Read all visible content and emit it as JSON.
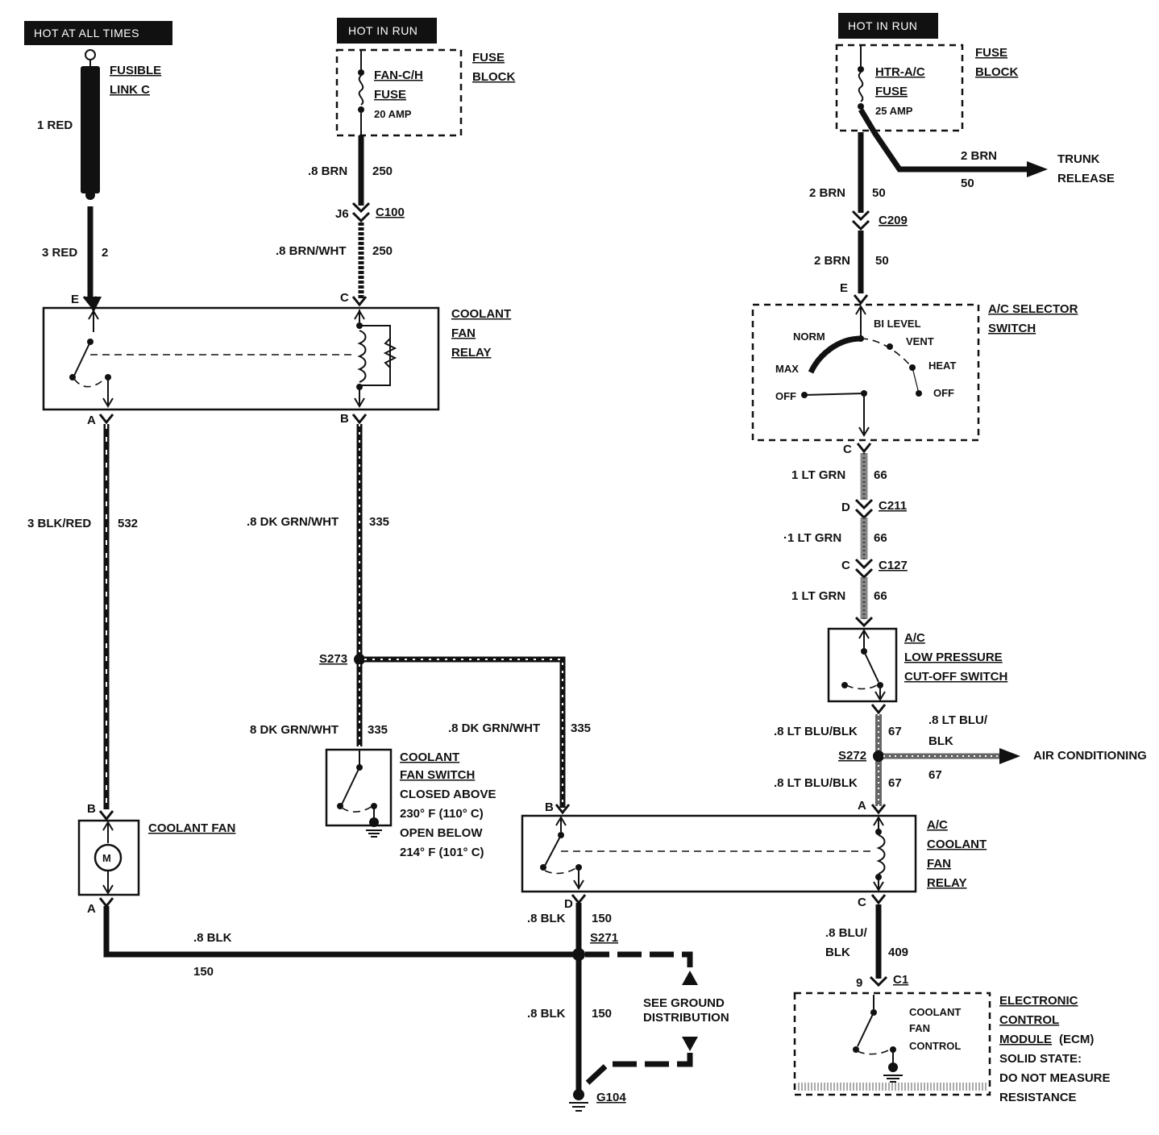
{
  "power": {
    "hot_all_times": "HOT AT ALL TIMES",
    "hot_in_run_1": "HOT IN RUN",
    "hot_in_run_2": "HOT IN RUN"
  },
  "fusible_link": {
    "label_1": "FUSIBLE",
    "label_2": "LINK C",
    "wire_top": "1 RED",
    "wire_bottom_color": "3 RED",
    "wire_bottom_circuit": "2"
  },
  "fuse_block_1": {
    "fuse_1": "FAN-C/H",
    "fuse_2": "FUSE",
    "rating": "20 AMP",
    "block_1": "FUSE",
    "block_2": "BLOCK",
    "wire_a_color": ".8 BRN",
    "wire_a_circuit": "250",
    "conn_pin": "J6",
    "conn": "C100",
    "wire_b_color": ".8 BRN/WHT",
    "wire_b_circuit": "250"
  },
  "fuse_block_2": {
    "fuse_1": "HTR-A/C",
    "fuse_2": "FUSE",
    "rating": "25 AMP",
    "block_1": "FUSE",
    "block_2": "BLOCK",
    "trunk_color": "2 BRN",
    "trunk_circuit": "50",
    "trunk_1": "TRUNK",
    "trunk_2": "RELEASE",
    "wire_a_color": "2 BRN",
    "wire_a_circuit": "50",
    "conn": "C209",
    "wire_b_color": "2 BRN",
    "wire_b_circuit": "50",
    "pin_e": "E"
  },
  "coolant_fan_relay": {
    "label_1": "COOLANT",
    "label_2": "FAN",
    "label_3": "RELAY",
    "pin_e": "E",
    "pin_c": "C",
    "pin_a": "A",
    "pin_b": "B"
  },
  "wires_left": {
    "blk_red_color": "3 BLK/RED",
    "blk_red_circuit": "532",
    "dkgrn_color": ".8 DK GRN/WHT",
    "dkgrn_circuit": "335",
    "splice": "S273",
    "dkgrn2_color": "8 DK GRN/WHT",
    "dkgrn2_circuit": "335",
    "dkgrn3_color": ".8 DK GRN/WHT",
    "dkgrn3_circuit": "335"
  },
  "coolant_fan": {
    "label": "COOLANT FAN",
    "motor": "M",
    "pin_b": "B",
    "pin_a": "A"
  },
  "coolant_fan_switch": {
    "label_1": "COOLANT",
    "label_2": "FAN SWITCH",
    "line_3": "CLOSED ABOVE",
    "line_4": "230° F (110° C)",
    "line_5": "OPEN BELOW",
    "line_6": "214° F (101° C)"
  },
  "ground": {
    "blk_color": ".8 BLK",
    "blk_circuit": "150",
    "splice": "S271",
    "blk2_color": ".8 BLK",
    "blk2_circuit": "150",
    "blk3_color": ".8 BLK",
    "blk3_circuit": "150",
    "see_1": "SEE GROUND",
    "see_2": "DISTRIBUTION",
    "g": "G104"
  },
  "ac_selector": {
    "label_1": "A/C SELECTOR",
    "label_2": "SWITCH",
    "norm": "NORM",
    "bilevel": "BI LEVEL",
    "vent": "VENT",
    "max": "MAX",
    "heat": "HEAT",
    "off_left": "OFF",
    "off_right": "OFF",
    "pin_c": "C"
  },
  "ac_wires": {
    "ltgrn1_color": "1 LT GRN",
    "ltgrn1_circuit": "66",
    "pin_d": "D",
    "conn_c211": "C211",
    "ltgrn2_color": "·1 LT GRN",
    "ltgrn2_circuit": "66",
    "pin_c": "C",
    "conn_c127": "C127",
    "ltgrn3_color": "1 LT GRN",
    "ltgrn3_circuit": "66"
  },
  "low_pressure": {
    "label_1": "A/C",
    "label_2": "LOW PRESSURE",
    "label_3": "CUT-OFF SWITCH"
  },
  "ltblu": {
    "w1_color": ".8 LT BLU/BLK",
    "w1_circuit": "67",
    "splice": "S272",
    "w2_color": ".8 LT BLU/BLK",
    "w2_circuit": "67",
    "ac_color_1": ".8 LT BLU/",
    "ac_color_2": "BLK",
    "ac_circuit": "67",
    "ac_dest": "AIR CONDITIONING"
  },
  "ac_relay": {
    "label_1": "A/C",
    "label_2": "COOLANT",
    "label_3": "FAN",
    "label_4": "RELAY",
    "pin_b": "B",
    "pin_a": "A",
    "pin_d": "D",
    "pin_c": "C"
  },
  "ecm": {
    "wire_color_1": ".8 BLU/",
    "wire_color_2": "BLK",
    "wire_circuit": "409",
    "pin": "9",
    "conn": "C1",
    "ctrl_1": "COOLANT",
    "ctrl_2": "FAN",
    "ctrl_3": "CONTROL",
    "label_1": "ELECTRONIC",
    "label_2": "CONTROL",
    "label_3": "MODULE",
    "label_3b": "(ECM)",
    "label_4": "SOLID STATE:",
    "label_5": "DO NOT MEASURE",
    "label_6": "RESISTANCE"
  }
}
